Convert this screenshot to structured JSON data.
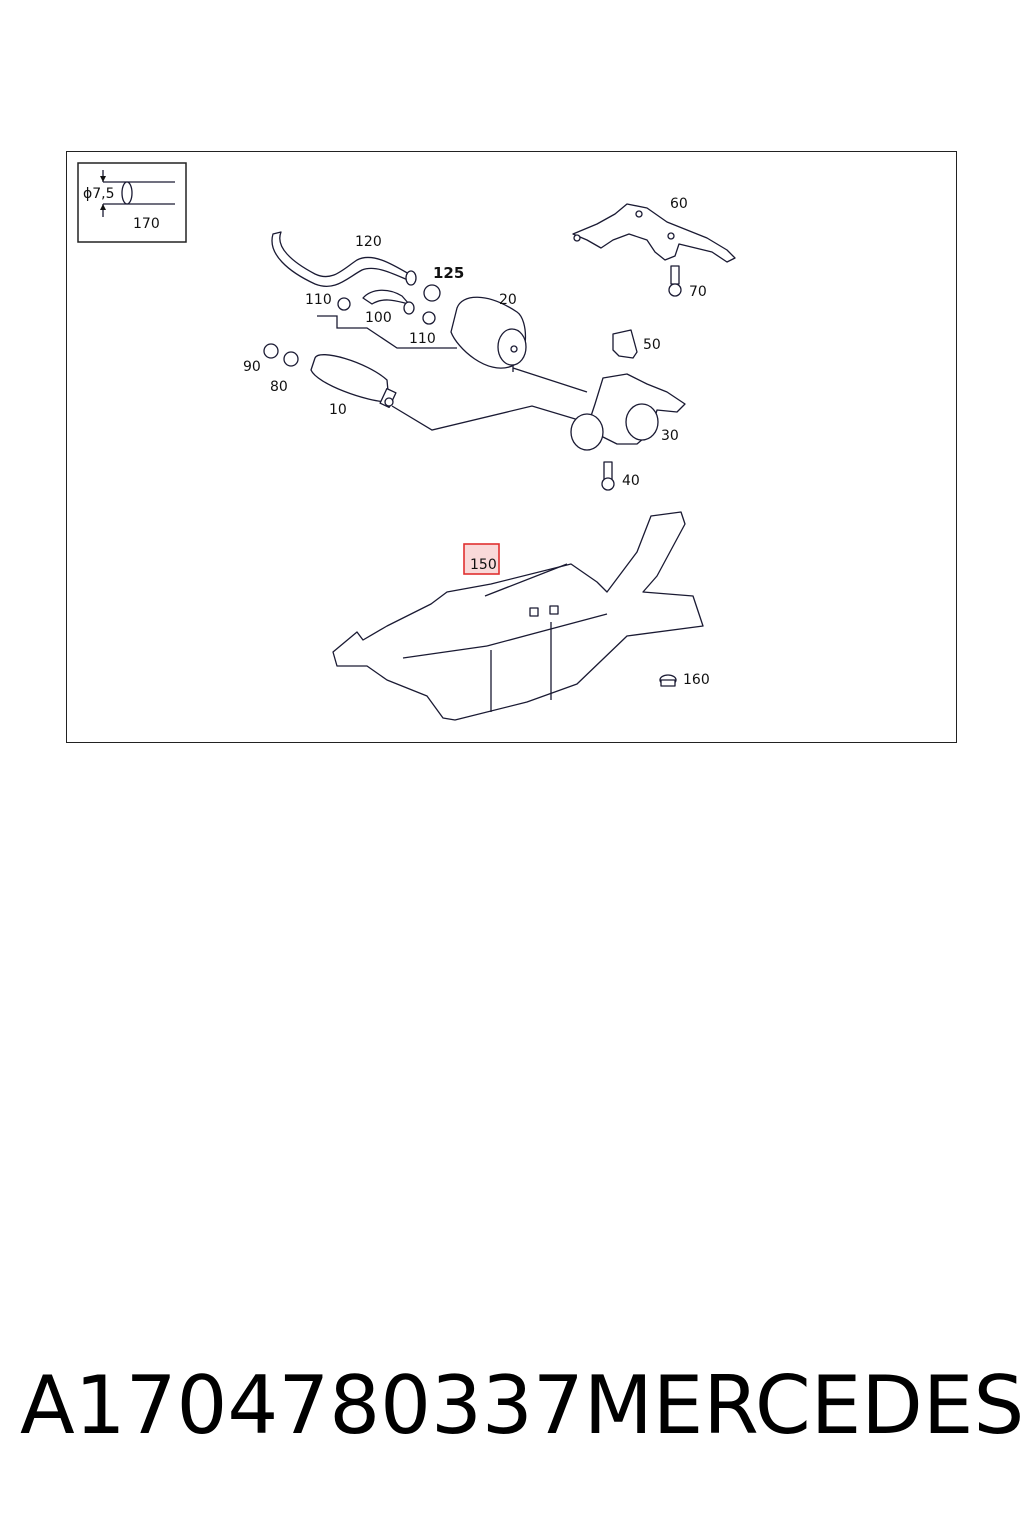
{
  "inset": {
    "diameter_label": "ϕ7,5",
    "length_label": "170"
  },
  "callouts": [
    {
      "id": "10",
      "label": "10"
    },
    {
      "id": "20",
      "label": "20"
    },
    {
      "id": "30",
      "label": "30"
    },
    {
      "id": "40",
      "label": "40"
    },
    {
      "id": "50",
      "label": "50"
    },
    {
      "id": "60",
      "label": "60"
    },
    {
      "id": "70",
      "label": "70"
    },
    {
      "id": "80",
      "label": "80"
    },
    {
      "id": "90",
      "label": "90"
    },
    {
      "id": "100",
      "label": "100"
    },
    {
      "id": "110a",
      "label": "110"
    },
    {
      "id": "110b",
      "label": "110"
    },
    {
      "id": "120",
      "label": "120"
    },
    {
      "id": "125",
      "label": "125"
    },
    {
      "id": "150",
      "label": "150"
    },
    {
      "id": "160",
      "label": "160"
    }
  ],
  "highlight": {
    "callout": "150",
    "color": "#e03030"
  },
  "caption": {
    "part_number": "A1704780337",
    "brand": "MERCEDES"
  }
}
